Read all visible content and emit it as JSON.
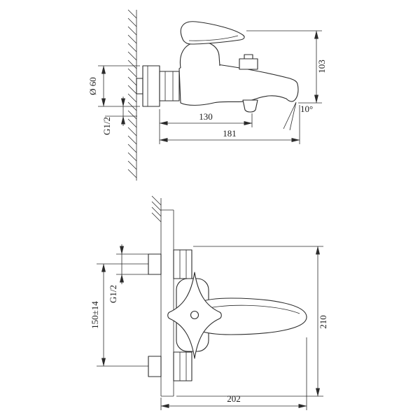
{
  "page": {
    "background": "#ffffff",
    "line_color": "#2b2b2b"
  },
  "views": {
    "side_view": {
      "dims": {
        "diameter": "Ø 60",
        "thread": "G1/2",
        "height": "103",
        "reach_spout": "130",
        "reach_total": "181",
        "spout_angle": "10°"
      }
    },
    "front_view": {
      "dims": {
        "thread": "G1/2",
        "connection_centers": "150±14",
        "overall_height": "210",
        "overall_width": "202"
      }
    }
  }
}
